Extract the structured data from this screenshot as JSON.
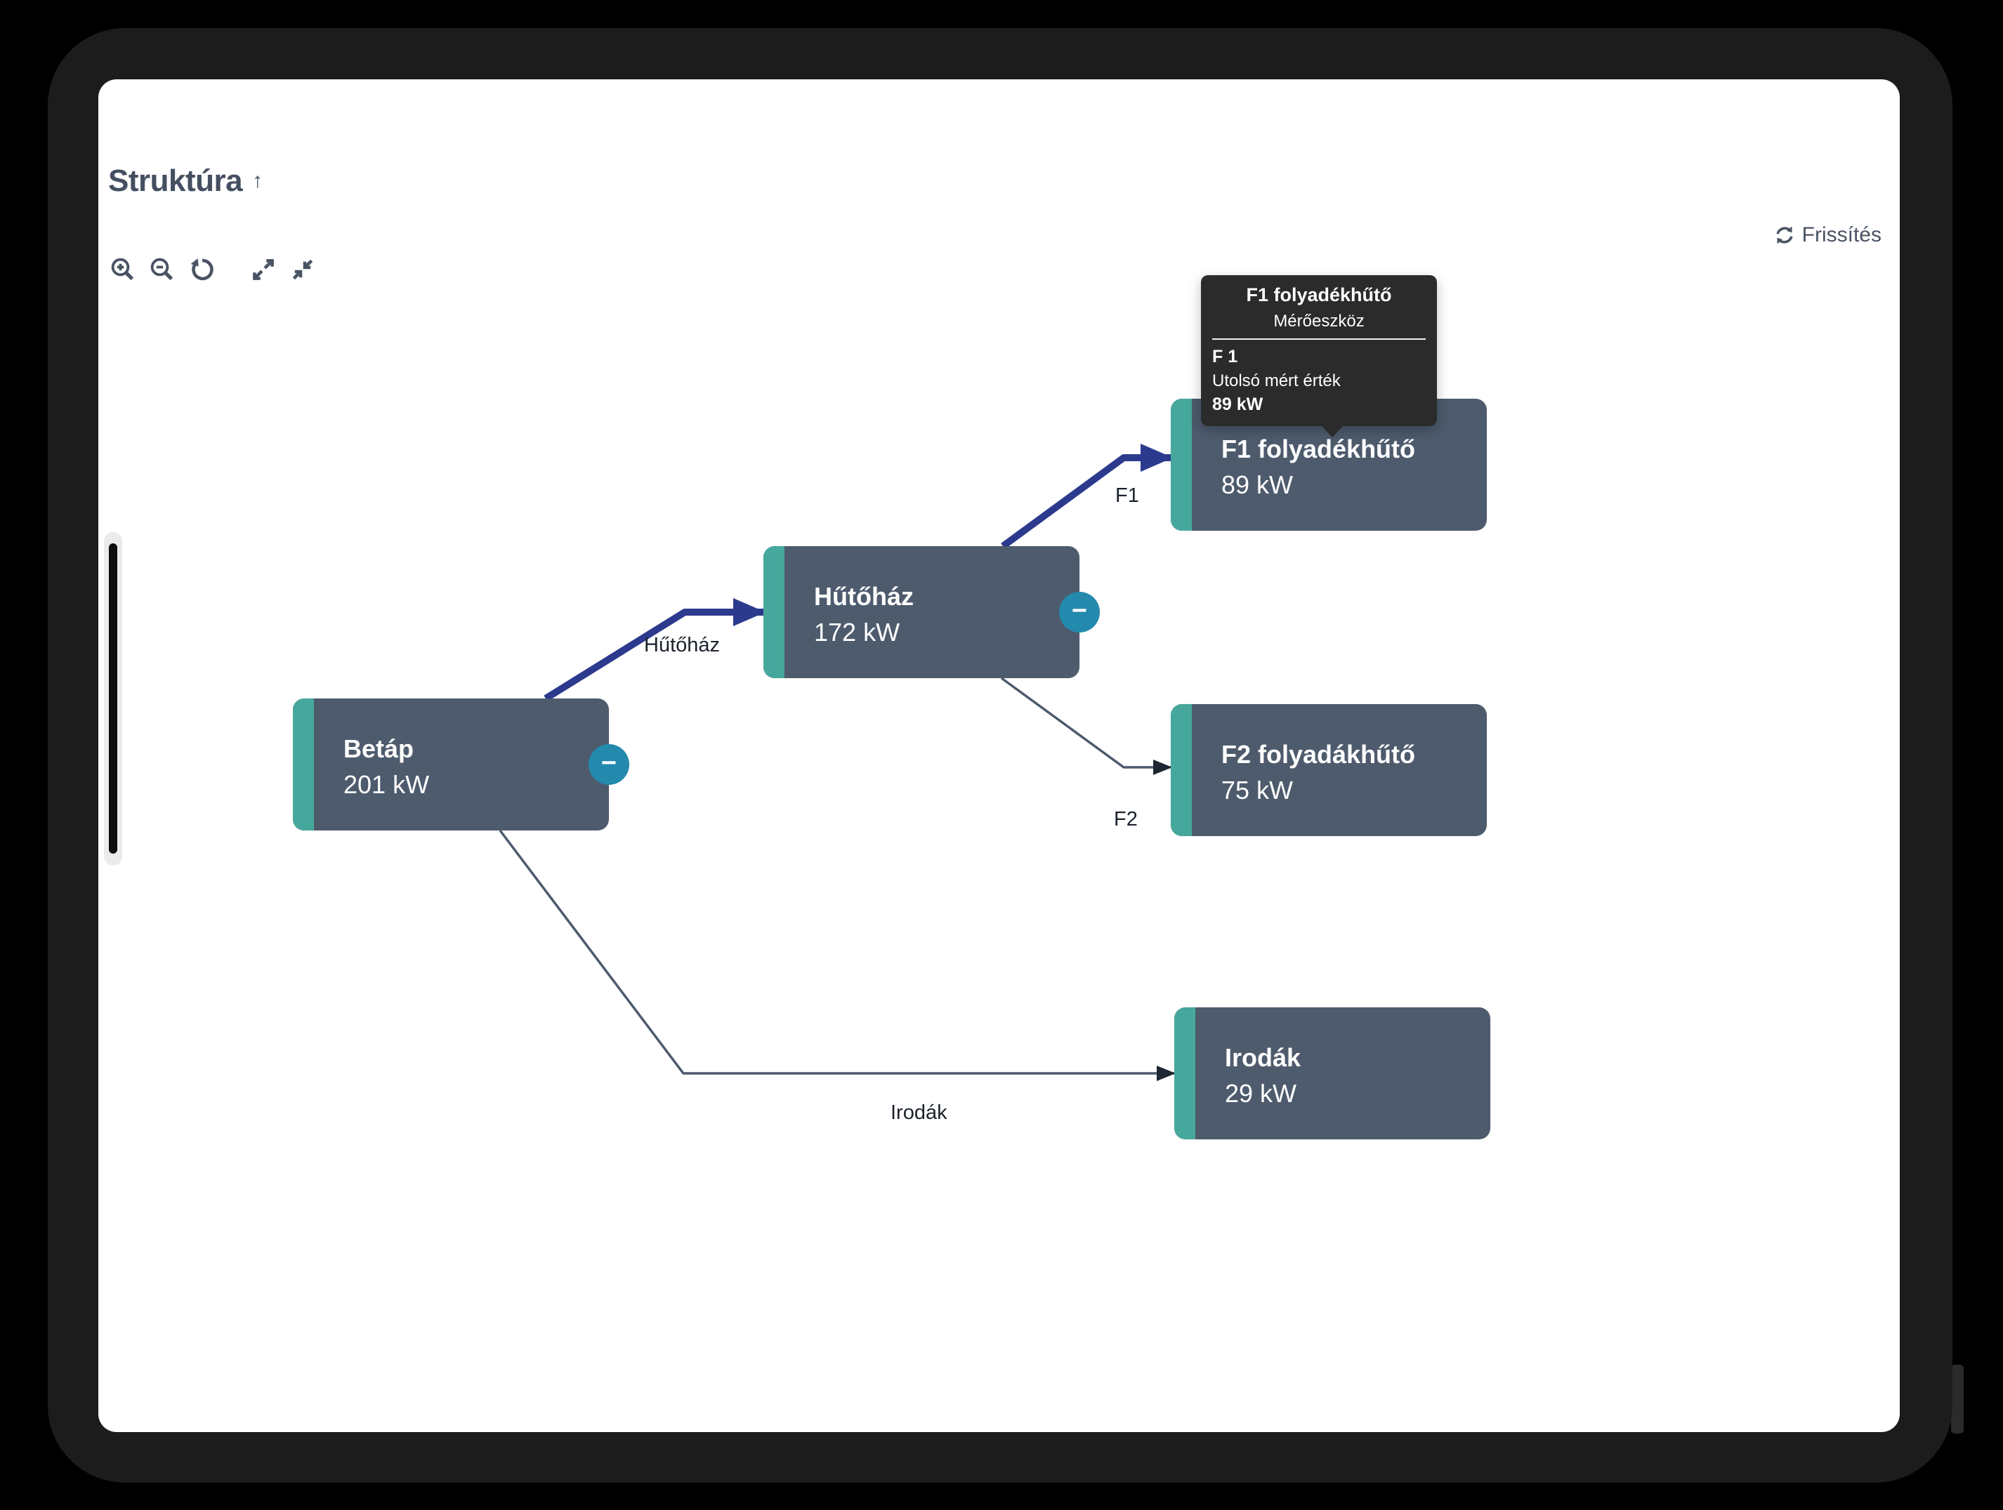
{
  "header": {
    "title": "Struktúra",
    "arrow": "↑"
  },
  "toolbar": {
    "icons": [
      "zoom-in",
      "zoom-out",
      "reset-view",
      "expand",
      "collapse"
    ]
  },
  "refresh": {
    "label": "Frissítés"
  },
  "tooltip": {
    "title": "F1 folyadékhűtő",
    "subtitle": "Mérőeszköz",
    "meter_code": "F 1",
    "last_value_label": "Utolsó mért érték",
    "last_value": "89 kW"
  },
  "nodes": [
    {
      "id": "betap",
      "label": "Betáp",
      "value": "201 kW",
      "collapsible": true
    },
    {
      "id": "hutohaz",
      "label": "Hűtőház",
      "value": "172 kW",
      "collapsible": true
    },
    {
      "id": "f1",
      "label": "F1 folyadékhűtő",
      "value": "89 kW",
      "collapsible": false
    },
    {
      "id": "f2",
      "label": "F2 folyadákhűtő",
      "value": "75 kW",
      "collapsible": false
    },
    {
      "id": "irodak",
      "label": "Irodák",
      "value": "29 kW",
      "collapsible": false
    }
  ],
  "edges": [
    {
      "from": "betap",
      "to": "hutohaz",
      "label": "Hűtőház",
      "style": "primary"
    },
    {
      "from": "hutohaz",
      "to": "f1",
      "label": "F1",
      "style": "primary"
    },
    {
      "from": "hutohaz",
      "to": "f2",
      "label": "F2",
      "style": "secondary"
    },
    {
      "from": "betap",
      "to": "irodak",
      "label": "Irodák",
      "style": "secondary"
    }
  ],
  "glyphs": {
    "minus": "−"
  },
  "colors": {
    "frame": "#1c1c1c",
    "canvas": "#ffffff",
    "node_body": "#4d5b6d",
    "node_accent": "#46a89c",
    "collapse_button": "#2389ad",
    "edge_primary": "#2c3a8e",
    "edge_secondary": "#4d5a6d",
    "tooltip_bg": "#2b2b2b",
    "heading_text": "#454f61"
  }
}
